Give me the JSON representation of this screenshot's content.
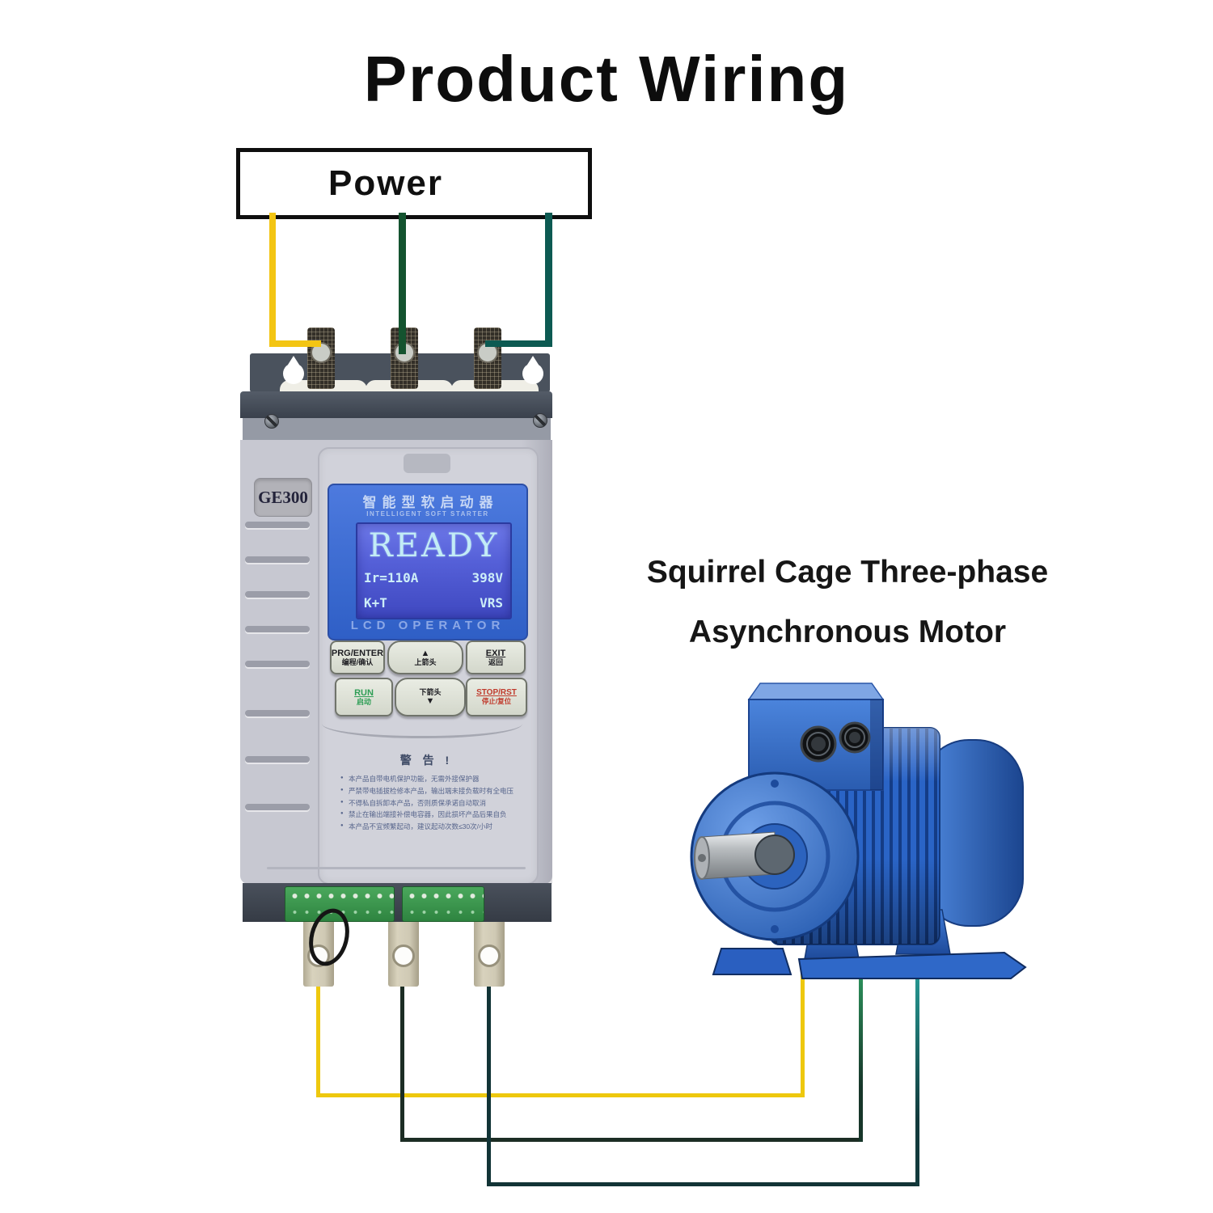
{
  "title": "Product Wiring",
  "power": {
    "label": "Power"
  },
  "motor": {
    "label_line1": "Squirrel Cage Three-phase",
    "label_line2": "Asynchronous Motor"
  },
  "device": {
    "model": "GE300",
    "lcd": {
      "header_cn": "智能型软启动器",
      "header_en": "INTELLIGENT SOFT STARTER",
      "status": "READY",
      "row1_left": "Ir=110A",
      "row1_right": "398V",
      "row2_left": "K+T",
      "row2_right": "VRS",
      "footer": "LCD OPERATOR"
    },
    "keypad": {
      "prg": {
        "en": "PRG/ENTER",
        "cn": "编程/确认",
        "color": "#1d1d22"
      },
      "up": {
        "en": "▲",
        "cn": "上箭头",
        "color": "#1d1d22"
      },
      "exit": {
        "en": "EXIT",
        "cn": "返回",
        "color": "#1d1d22"
      },
      "run": {
        "en": "RUN",
        "cn": "启动",
        "color": "#2f9e56"
      },
      "down": {
        "cn": "下箭头",
        "en": "▼",
        "color": "#1d1d22"
      },
      "stop": {
        "en": "STOP/RST",
        "cn": "停止/复位",
        "color": "#c0392b"
      }
    },
    "warning": {
      "title": "警 告 !",
      "items": [
        "本产品自带电机保护功能，无需外接保护器",
        "严禁带电插拔检修本产品，输出端未接负载时有全电压",
        "不得私自拆卸本产品，否则质保承诺自动取消",
        "禁止在输出端接补偿电容器，因此损坏产品后果自负",
        "本产品不宜频繁起动，建议起动次数≤30次/小时"
      ]
    }
  },
  "wires": {
    "input_yellow": "#f3c513",
    "input_green": "#14532f",
    "input_teal": "#0d5a52",
    "output_yellow": "#eec80e",
    "output_green_dark": "#1c2d24",
    "output_green_bright": "#2f9e62",
    "output_teal_dark": "#123436",
    "output_teal_bright": "#27a09a"
  }
}
